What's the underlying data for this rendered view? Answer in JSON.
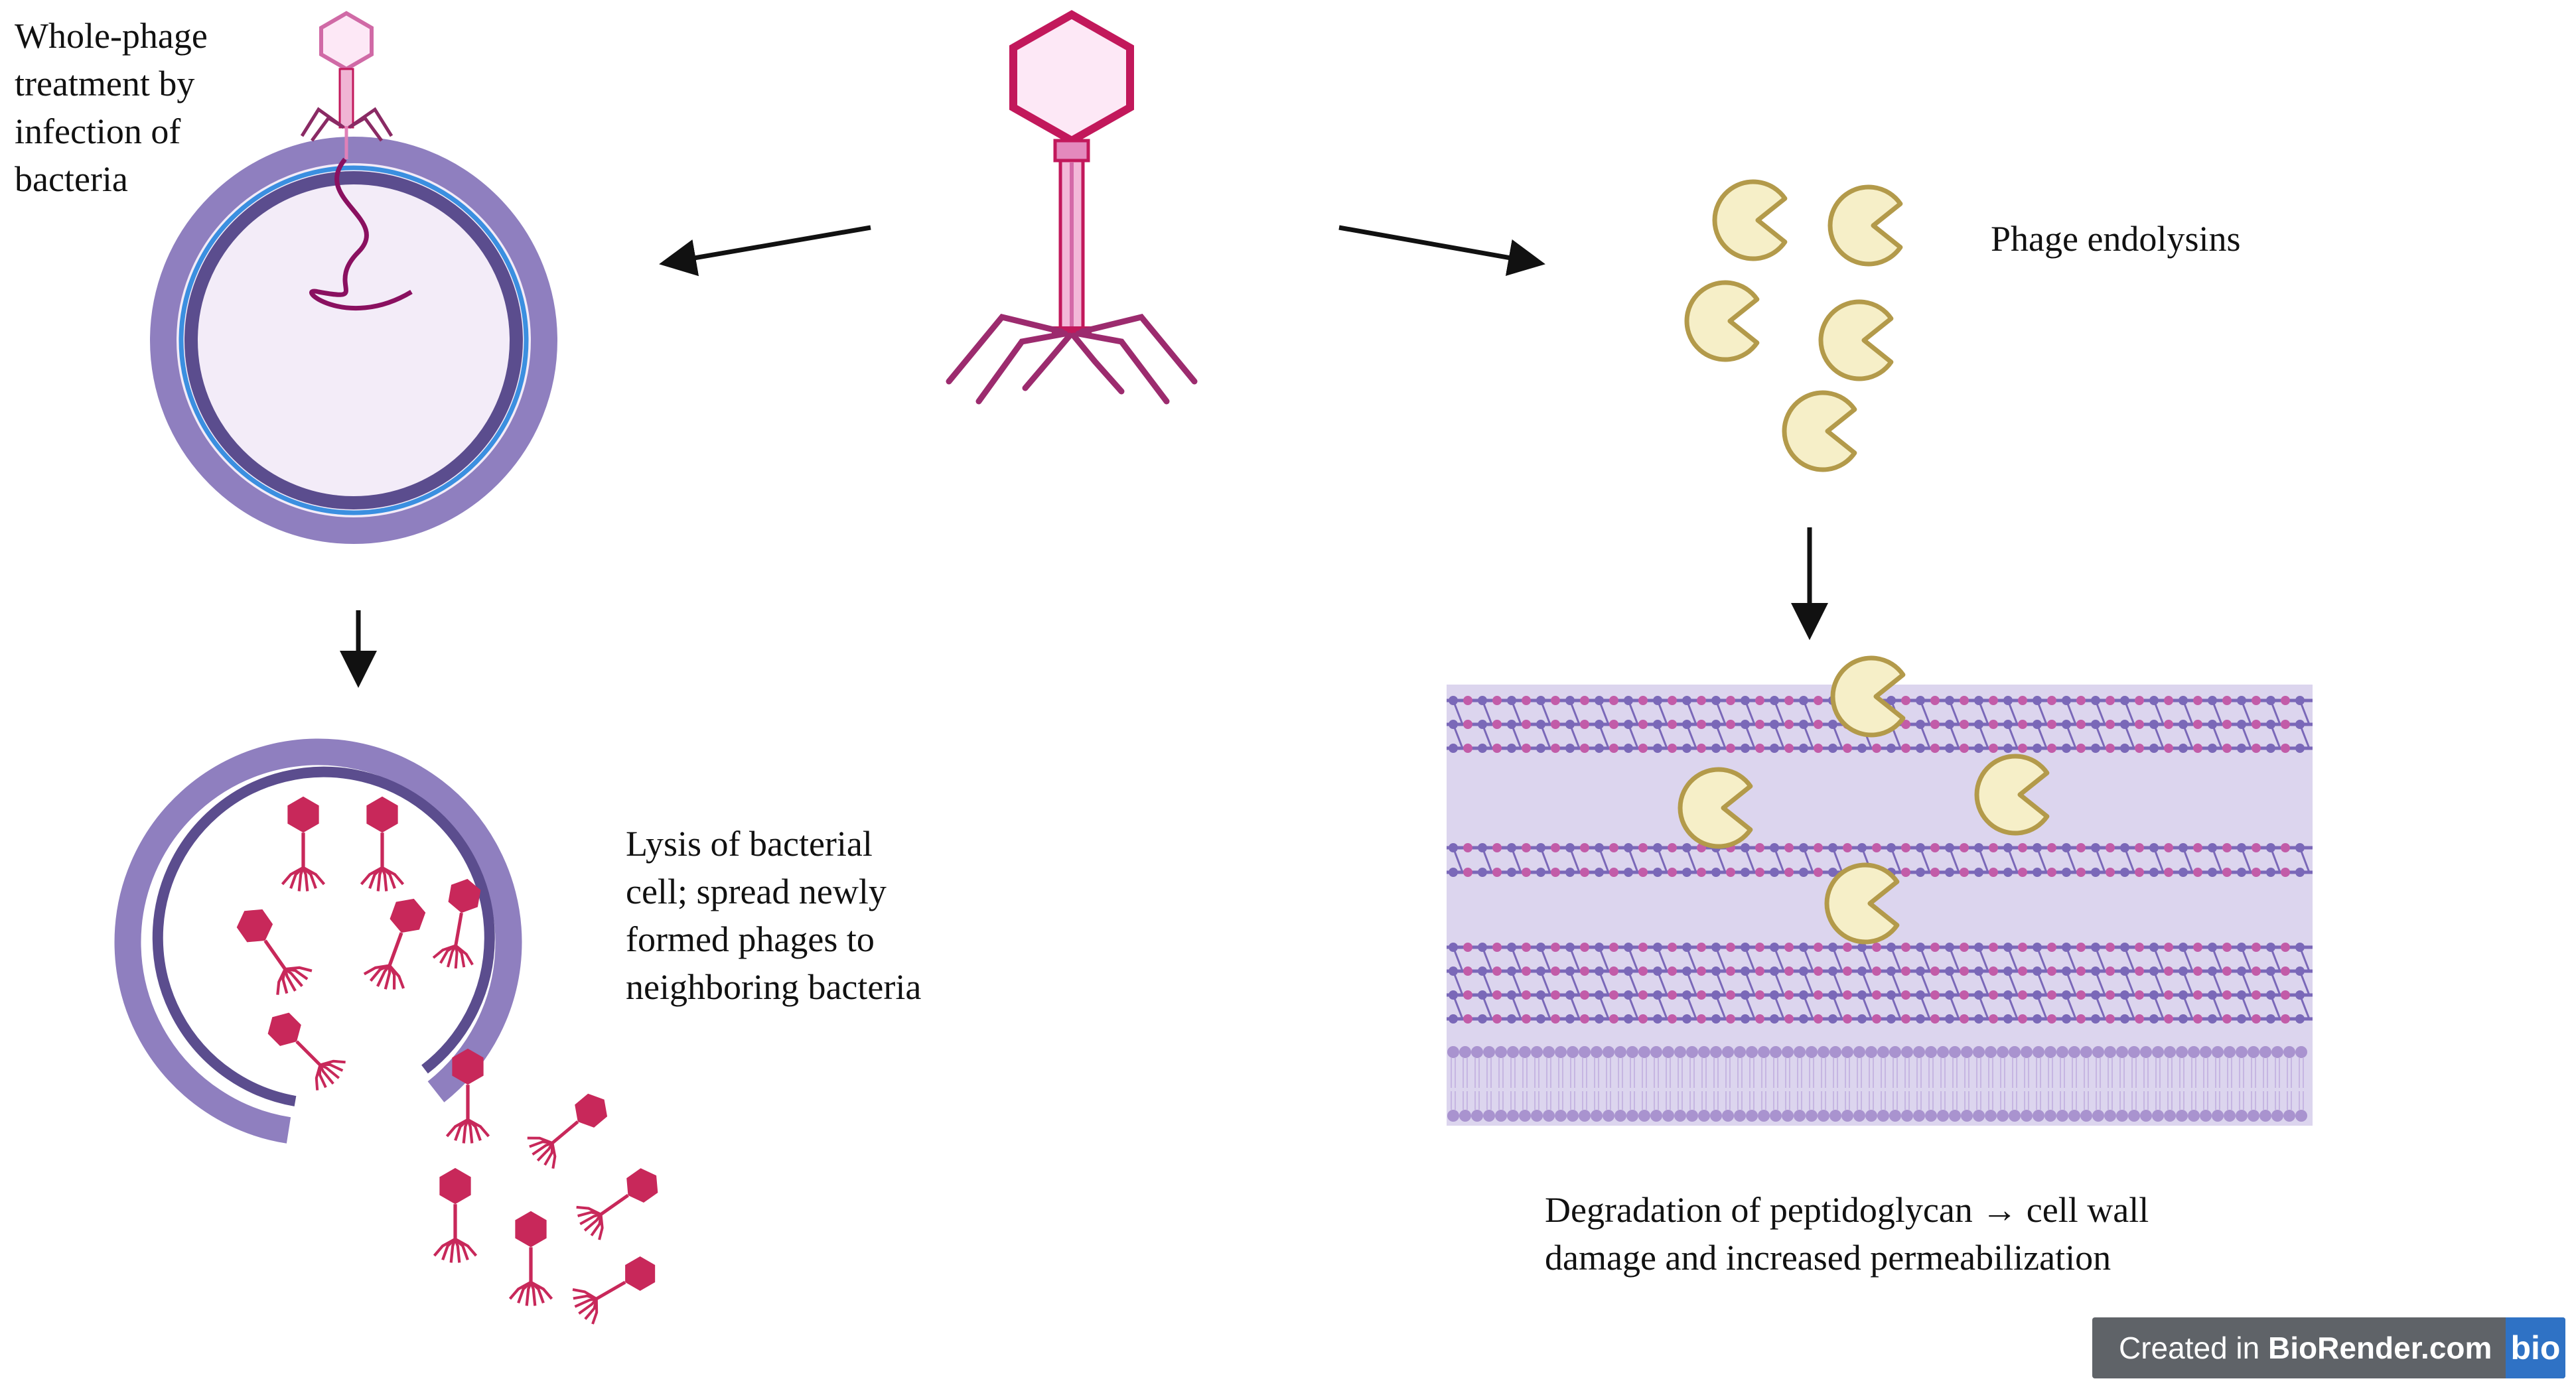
{
  "labels": {
    "whole_phage": [
      "Whole-phage",
      "treatment by",
      "infection of",
      "bacteria"
    ],
    "endolysins": [
      "Phage endolysins"
    ],
    "lysis": [
      "Lysis of bacterial",
      "cell; spread newly",
      "formed phages to",
      "neighboring bacteria"
    ],
    "degradation": [
      "Degradation of peptidoglycan → cell wall",
      "damage and increased permeabilization"
    ]
  },
  "badge": {
    "prefix": "Created in ",
    "brand": "BioRender.com",
    "icon_text": "bio"
  },
  "icons": {
    "phage": "bacteriophage-icon",
    "bacterium": "bacterial-cell-icon",
    "enzyme": "endolysin-pacman-icon",
    "wall": "peptidoglycan-layer-icon"
  },
  "colors": {
    "phage_outline": "#c2185b",
    "phage_fill": "#fde8f6",
    "progeny_phage": "#c8285a",
    "cell_wall_outer": "#8f7fbf",
    "cell_wall_inner": "#5b4d8e",
    "membrane_line": "#3b8fe0",
    "cytoplasm": "#f4ecf8",
    "enzyme_fill": "#f6efc8",
    "enzyme_stroke": "#b39a4a",
    "wall_background": "#dcd5ee",
    "wall_chain_purple": "#7a68b8",
    "wall_chain_pink": "#c25ca8",
    "badge_bg": "#5f6368",
    "badge_icon_bg": "#2f72c5"
  }
}
